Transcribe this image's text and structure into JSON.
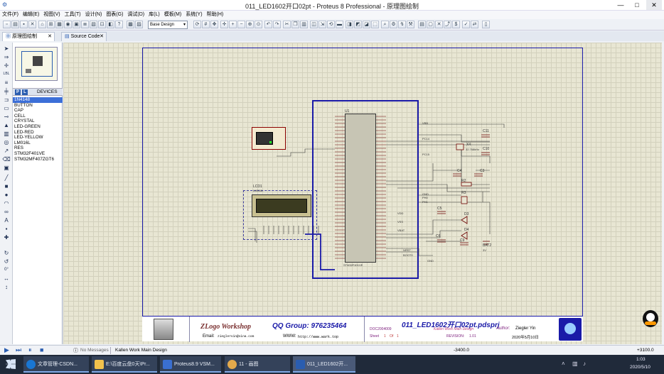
{
  "window": {
    "title": "011_LED1602开口02pt - Proteus 8 Professional - 原理图绘制",
    "min": "—",
    "max": "□",
    "close": "✕"
  },
  "menu": [
    "文件(F)",
    "编辑(E)",
    "视图(V)",
    "工具(T)",
    "设计(N)",
    "图表(G)",
    "调试(D)",
    "库(L)",
    "模板(M)",
    "系统(Y)",
    "帮助(H)"
  ],
  "toolbar": {
    "design": "Base Design"
  },
  "tabs": [
    {
      "label": "原理图绘制",
      "close": "✕"
    },
    {
      "label": "Source Code",
      "close": "✕"
    }
  ],
  "panel": {
    "p": "P",
    "l": "L",
    "devices_title": "DEVICES",
    "devices": [
      "1N4148",
      "BUTTON",
      "CAP",
      "CELL",
      "CRYSTAL",
      "LED-GREEN",
      "LED-RED",
      "LED-YELLOW",
      "LM016L",
      "RES",
      "STM32F401VE",
      "STM32MF407ZGT6"
    ]
  },
  "left_tools": {
    "angle": "0°"
  },
  "schematic": {
    "u1": "U1",
    "u1_part": "STM32F401VE",
    "lcd": "LCD1",
    "lcd_part": "LM016L",
    "parts": [
      "C11",
      "C10",
      "X4",
      "C4",
      "C3",
      "R2",
      "R3",
      "C5",
      "D3",
      "C6",
      "D4",
      "C9",
      "BAT2"
    ],
    "crystal": "32.768kHz",
    "bat_v": "3V",
    "net_labels": [
      "VBB",
      "PC14",
      "PC15",
      "GND",
      "VDD",
      "VSS",
      "VBAT",
      "PH0",
      "PH1",
      "NRST",
      "BOOT0",
      "GND"
    ]
  },
  "titleblock": {
    "workshop": "ZLogo Workshop",
    "qq": "QQ Group: 976235464",
    "email_label": "Email:",
    "email": "zieglervin@sina.com",
    "www_label": "WWW:",
    "www": "http://www.wark.top",
    "project": "011_LED1602开口02pt.pdsprj",
    "doc": "DOC2004009",
    "workname": "Kallen Work Main Design",
    "author_label": "Author:",
    "author": "Ziegler Yin",
    "sheet_label": "Sheet",
    "sheet": "1",
    "of_label": "Of",
    "of": "1",
    "revision_label": "REVISION:",
    "revision": "1.01",
    "date": "2020年5月10日"
  },
  "status": {
    "messages": "No Messages",
    "design": "Kallen Work Main Design",
    "coord_x": "-3400.0",
    "coord_y": "+3100.0"
  },
  "taskbar": [
    {
      "label": "文章管理-CSDN..."
    },
    {
      "label": "E:\\百度云盘0天\\Pr..."
    },
    {
      "label": "Proteus8.9 VSM..."
    },
    {
      "label": "11 - 画图"
    },
    {
      "label": "011_LED1602开..."
    }
  ],
  "tray": {
    "time": "1:03",
    "date": "2020/5/10"
  },
  "colors": {
    "canvas": "#e8e6d3",
    "wire_blue": "#1a1aa8",
    "accent": "#2a5db0",
    "taskbar": "#202a3a"
  }
}
